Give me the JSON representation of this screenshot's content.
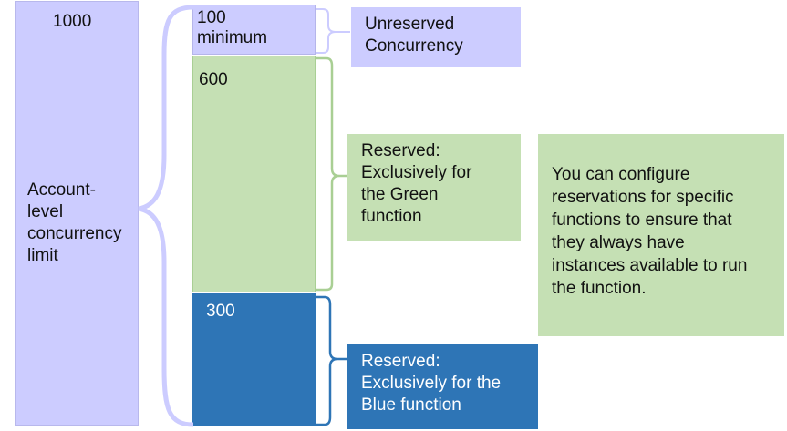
{
  "account": {
    "value": "1000",
    "label": "Account-\nlevel\nconcurrency\nlimit",
    "color": "#ccccff"
  },
  "segments": {
    "unreserved": {
      "value": "100\nminimum",
      "color": "#ccccff"
    },
    "green": {
      "value": "600",
      "color": "#c5e0b4"
    },
    "blue": {
      "value": "300",
      "color": "#2e75b6"
    }
  },
  "callouts": {
    "unreserved": "Unreserved\nConcurrency",
    "green": "Reserved:\nExclusively for\nthe Green\nfunction",
    "blue": "Reserved:\nExclusively for the\nBlue function"
  },
  "note": "You can configure\nreservations for specific\nfunctions to ensure that\nthey always have\ninstances available to run\nthe function."
}
